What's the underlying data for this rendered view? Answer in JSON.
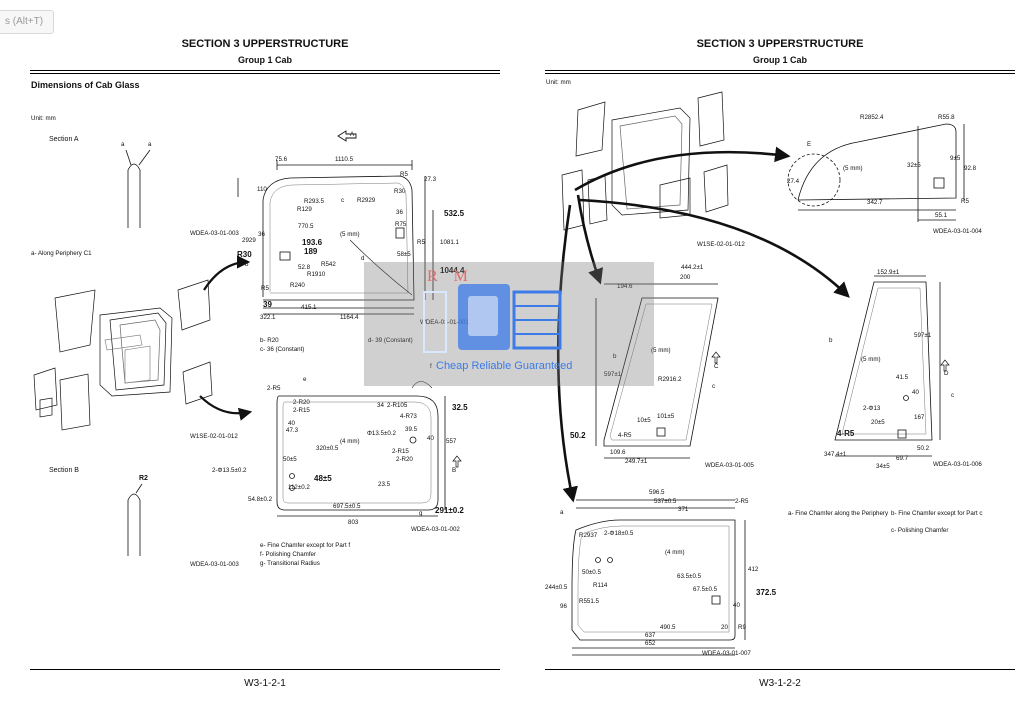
{
  "tooltip": "s (Alt+T)",
  "left": {
    "section_title": "SECTION 3 UPPERSTRUCTURE",
    "group_title": "Group 1 Cab",
    "heading": "Dimensions of Cab Glass",
    "unit": "Unit: mm",
    "section_a": "Section A",
    "section_b": "Section B",
    "sec_a_label": "a",
    "along_periphery": "a-    Along Periphery C1",
    "sec_b_r": "R2",
    "arrow_a": "A",
    "wdea_003_ref": "WDEA-03-01-003",
    "w1se_ref": "W1SE-02-01-012",
    "wdea_003_bottom": "WDEA-03-01-003",
    "d1": {
      "ref": "WDEA-03-01-001",
      "labels": [
        "75.6",
        "1110.5",
        "110",
        "R5",
        "R30",
        "27.3",
        "R293.5",
        "R129",
        "c",
        "R2929",
        "36",
        "532.5",
        "2929",
        "36",
        "770.5",
        "(5 mm)",
        "R75",
        "R5",
        "1081.1",
        "R30",
        "193.6",
        "189",
        "52.8",
        "R542",
        "d",
        "58±5",
        "R1910",
        "1044.4",
        "R240",
        "R5",
        "39",
        "415.1",
        "322.1",
        "1164.4",
        "b"
      ],
      "notes": [
        "b-     R20",
        "c-     36 (Constant)",
        "d-     39 (Constant)"
      ]
    },
    "d2": {
      "ref": "WDEA-03-01-002",
      "labels": [
        "2-R5",
        "e",
        "f",
        "2-R20",
        "2-R15",
        "34",
        "2-R105",
        "32.5",
        "40",
        "4-R73",
        "47.3",
        "(4 mm)",
        "Φ13.5±0.2",
        "39.5",
        "320±0.5",
        "40",
        "557",
        "2-R15",
        "2-R20",
        "B",
        "50±5",
        "2-Φ13.5±0.2",
        "48±5",
        "112±0.2",
        "23.5",
        "54.8±0.2",
        "697.5±0.5",
        "291±0.2",
        "803",
        "g"
      ],
      "notes": [
        "e-     Fine Chamfer except for Part f",
        "f-      Polishing Chamfer",
        "g-     Transitional Radius"
      ]
    },
    "page_number": "W3-1-2-1"
  },
  "right": {
    "section_title": "SECTION 3 UPPERSTRUCTURE",
    "group_title": "Group 1 Cab",
    "unit": "Unit: mm",
    "w1se_ref": "W1SE-02-01-012",
    "d4": {
      "ref": "WDEA-03-01-004",
      "labels": [
        "R2852.4",
        "R55.8",
        "E",
        "(5 mm)",
        "32±5",
        "9±5",
        "27.4",
        "92.8",
        "342.7",
        "R5",
        "55.1"
      ]
    },
    "d5": {
      "ref": "WDEA-03-01-005",
      "labels": [
        "444.2±1",
        "194.6",
        "200",
        "b",
        "(5 mm)",
        "597±1",
        "R2916.2",
        "c",
        "C",
        "10±5",
        "101±5",
        "50.2",
        "4-R5",
        "109.6",
        "249.7±1"
      ]
    },
    "d6": {
      "ref": "WDEA-03-01-006",
      "labels": [
        "152.9±1",
        "b",
        "(5 mm)",
        "597±1",
        "D",
        "41.5",
        "40",
        "2-Φ13",
        "c",
        "167",
        "20±5",
        "4-R5",
        "50.2",
        "347.4±1",
        "69.7",
        "34±5"
      ]
    },
    "d7": {
      "ref": "WDEA-03-01-007",
      "labels": [
        "596.5",
        "537±0.5",
        "2-R5",
        "371",
        "a",
        "R2937",
        "2-Φ18±0.5",
        "(4 mm)",
        "50±0.5",
        "R114",
        "63.5±0.5",
        "412",
        "244±0.5",
        "67.5±0.5",
        "372.5",
        "R551.5",
        "96",
        "40",
        "490.5",
        "20",
        "R9",
        "637",
        "652"
      ]
    },
    "notes": [
      "a-    Fine Chamfer along the Periphery",
      "b-    Fine Chamfer except for Part c",
      "c-    Polishing Chamfer"
    ],
    "page_number": "W3-1-2-2"
  },
  "watermark": {
    "brand": "R M",
    "tagline": "Cheap Reliable Guaranteed"
  },
  "colors": {
    "ink": "#111111",
    "watermark_text": "#3c7be8",
    "watermark_brand": "#e36a6a"
  }
}
